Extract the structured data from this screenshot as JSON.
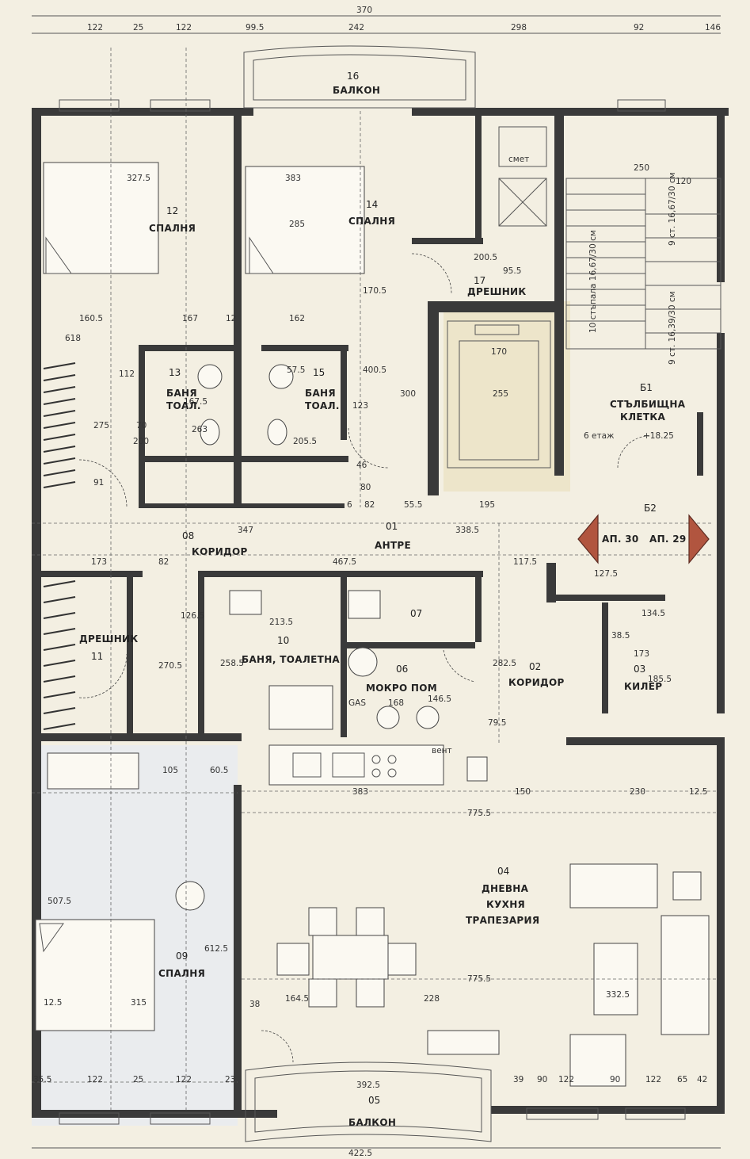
{
  "rooms": [
    {
      "id": "r16",
      "num": "16",
      "name": "БАЛКОН"
    },
    {
      "id": "r12",
      "num": "12",
      "name": "СПАЛНЯ"
    },
    {
      "id": "r14",
      "num": "14",
      "name": "СПАЛНЯ"
    },
    {
      "id": "r17",
      "num": "17",
      "name": "ДРЕШНИК"
    },
    {
      "id": "r13",
      "num": "13",
      "name": "БАНЯ",
      "name2": "ТОАЛ."
    },
    {
      "id": "r15",
      "num": "15",
      "name": "БАНЯ",
      "name2": "ТОАЛ."
    },
    {
      "id": "rB1",
      "num": "Б1",
      "name": "СТЪЛБИЩНА",
      "name2": "КЛЕТКА"
    },
    {
      "id": "rB2",
      "num": "Б2",
      "name": ""
    },
    {
      "id": "r08",
      "num": "08",
      "name": "КОРИДОР"
    },
    {
      "id": "r01",
      "num": "01",
      "name": "АНТРЕ"
    },
    {
      "id": "r11",
      "num": "11",
      "name": "ДРЕШНИК"
    },
    {
      "id": "r10",
      "num": "10",
      "name": "БАНЯ, ТОАЛЕТНА"
    },
    {
      "id": "r07",
      "num": "07",
      "name": ""
    },
    {
      "id": "r06",
      "num": "06",
      "name": "МОКРО ПОМ"
    },
    {
      "id": "r02",
      "num": "02",
      "name": "КОРИДОР"
    },
    {
      "id": "r03",
      "num": "03",
      "name": "КИЛЕР"
    },
    {
      "id": "r04",
      "num": "04",
      "name": "ДНЕВНА",
      "name2": "КУХНЯ",
      "name3": "ТРАПЕЗАРИЯ"
    },
    {
      "id": "r09",
      "num": "09",
      "name": "СПАЛНЯ"
    },
    {
      "id": "r05",
      "num": "05",
      "name": "БАЛКОН"
    }
  ],
  "labels": {
    "ap_left": "АП. 30",
    "ap_right": "АП. 29",
    "floor_note": "6 етаж",
    "elevation": "+18.25",
    "gas": "GAS",
    "stairs_flight": "10 стъпала 16,67/30 см",
    "stairs_a": "9 ст. 16,67/30 см",
    "stairs_b": "9 ст. 16,39/30 см",
    "shaft1": "смет",
    "shaft2": "вент"
  },
  "dims_top": [
    "370",
    "122",
    "25",
    "122",
    "99.5",
    "242",
    "298",
    "92",
    "146"
  ],
  "dims_bottom": [
    "35.5",
    "122",
    "25",
    "122",
    "23",
    "392.5",
    "39",
    "90",
    "122",
    "90",
    "122",
    "65",
    "42",
    "422.5"
  ],
  "dims_inner": [
    "327.5",
    "383",
    "285",
    "160.5",
    "167",
    "12",
    "162",
    "618",
    "400.5",
    "170.5",
    "112",
    "275",
    "263",
    "167.5",
    "57.5",
    "205.5",
    "123",
    "300",
    "255",
    "170",
    "200.5",
    "95.5",
    "347",
    "338.5",
    "173",
    "82",
    "467.5",
    "117.5",
    "127.5",
    "134.5",
    "173",
    "185.5",
    "213.5",
    "282.5",
    "270.5",
    "258.5",
    "126.5",
    "79.5",
    "168",
    "146.5",
    "383",
    "150",
    "230",
    "12.5",
    "105",
    "60.5",
    "775.5",
    "775.5",
    "228",
    "332.5",
    "164.5",
    "507.5",
    "612.5",
    "315",
    "12.5",
    "38",
    "250",
    "120",
    "195",
    "55.5",
    "82",
    "80",
    "6",
    "46",
    "91",
    "70",
    "200",
    "38.5"
  ],
  "colors": {
    "wall": "#3a3a3a",
    "paper": "#f3efe2",
    "arrow": "#b1553f"
  }
}
